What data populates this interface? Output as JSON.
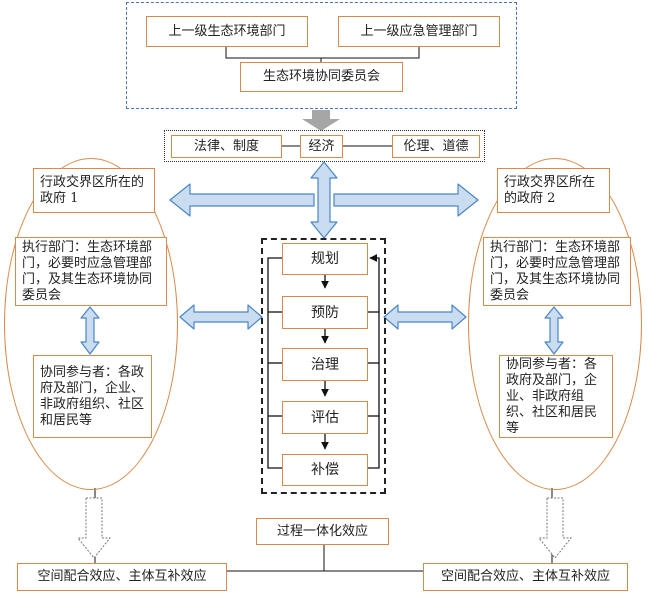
{
  "top": {
    "upper_env": "上一级生态环境部门",
    "upper_emergency": "上一级应急管理部门",
    "committee": "生态环境协同委员会"
  },
  "mechanisms": {
    "law": "法律、制度",
    "economy": "经济",
    "ethics": "伦理、道德"
  },
  "left_region": {
    "gov": "行政交界区所在的政府 1",
    "exec": "执行部门：生态环境部门，必要时应急管理部门，及其生态环境协同委员会",
    "participants": "协同参与者：各政府及部门，企业、非政府组织、社区和居民等"
  },
  "right_region": {
    "gov": "行政交界区所在的政府 2",
    "exec": "执行部门：生态环境部门，必要时应急管理部门，及其生态环境协同委员会",
    "participants": "协同参与者：各政府及部门，企业、非政府组织、社区和居民等"
  },
  "stages": [
    "规划",
    "预防",
    "治理",
    "评估",
    "补偿"
  ],
  "effects": {
    "process": "过程一体化效应",
    "left": "空间配合效应、主体互补效应",
    "right": "空间配合效应、主体互补效应"
  },
  "colors": {
    "box_border": "#d98a4a",
    "arrow_fill": "#c9dcf0",
    "arrow_stroke": "#4a86c5",
    "top_group_border": "#4a74b8",
    "gray_arrow": "#a6a6a6"
  }
}
